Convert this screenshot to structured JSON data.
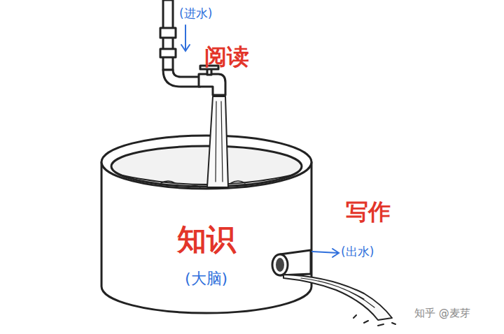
{
  "diagram": {
    "nodes": [
      {
        "text": [
          "知识",
          "(大脑)"
        ]
      }
    ],
    "labels": [
      "(进水)",
      "阅读",
      "写作",
      "(出水)",
      "知乎 @麦芽"
    ]
  }
}
